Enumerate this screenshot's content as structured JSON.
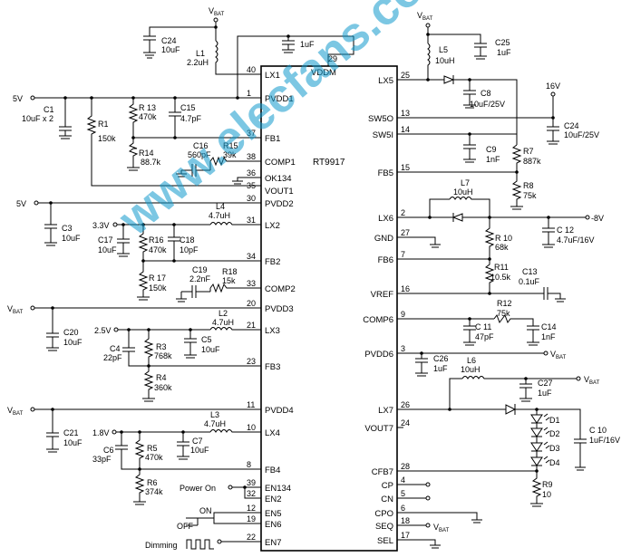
{
  "chip": {
    "name": "RT9917",
    "vddm_label": "VDDM",
    "vddm_pin": "29"
  },
  "left_pins": [
    {
      "label": "LX1",
      "num": "40"
    },
    {
      "label": "PVDD1",
      "num": "1"
    },
    {
      "label": "FB1",
      "num": "37"
    },
    {
      "label": "COMP1",
      "num": "38"
    },
    {
      "label": "OK134",
      "num": "36"
    },
    {
      "label": "VOUT1",
      "num": "35"
    },
    {
      "label": "PVDD2",
      "num": "30"
    },
    {
      "label": "LX2",
      "num": "31"
    },
    {
      "label": "FB2",
      "num": "34"
    },
    {
      "label": "COMP2",
      "num": "33"
    },
    {
      "label": "PVDD3",
      "num": "20"
    },
    {
      "label": "LX3",
      "num": "21"
    },
    {
      "label": "FB3",
      "num": "23"
    },
    {
      "label": "PVDD4",
      "num": "11"
    },
    {
      "label": "LX4",
      "num": "10"
    },
    {
      "label": "FB4",
      "num": "8"
    },
    {
      "label": "EN134",
      "num": "39"
    },
    {
      "label": "EN2",
      "num": "32"
    },
    {
      "label": "EN5",
      "num": "12"
    },
    {
      "label": "EN6",
      "num": "19"
    },
    {
      "label": "EN7",
      "num": "22"
    }
  ],
  "right_pins": [
    {
      "label": "LX5",
      "num": "25"
    },
    {
      "label": "SW5O",
      "num": "13"
    },
    {
      "label": "SW5I",
      "num": "14"
    },
    {
      "label": "FB5",
      "num": "15"
    },
    {
      "label": "LX6",
      "num": "2"
    },
    {
      "label": "GND",
      "num": "27"
    },
    {
      "label": "FB6",
      "num": "7"
    },
    {
      "label": "VREF",
      "num": "16"
    },
    {
      "label": "COMP6",
      "num": "9"
    },
    {
      "label": "PVDD6",
      "num": "3"
    },
    {
      "label": "LX7",
      "num": "26"
    },
    {
      "label": "VOUT7",
      "num": "24"
    },
    {
      "label": "CFB7",
      "num": "28"
    },
    {
      "label": "CP",
      "num": "4"
    },
    {
      "label": "CN",
      "num": "5"
    },
    {
      "label": "CPO",
      "num": "6"
    },
    {
      "label": "SEQ",
      "num": "18"
    },
    {
      "label": "SEL",
      "num": "17"
    }
  ],
  "components": {
    "c24_top": "C24",
    "c24_top_val": "10uF",
    "l1": "L1",
    "l1_val": "2.2uH",
    "c_vddm": "1uF",
    "c1": "C1",
    "c1_val": "10uF x 2",
    "r1": "R1",
    "r1_val": "150k",
    "r13": "R 13",
    "r13_val": "470k",
    "c15": "C15",
    "c15_val": "4.7pF",
    "r14": "R14",
    "r14_val": "88.7k",
    "c16": "C16",
    "c16_val": "560pF",
    "r15": "R15",
    "r15_val": "39k",
    "c3": "C3",
    "c3_val": "10uF",
    "l4": "L4",
    "l4_val": "4.7uH",
    "c17": "C17",
    "c17_val": "10uF",
    "r16": "R16",
    "r16_val": "470k",
    "c18": "C18",
    "c18_val": "10pF",
    "r17": "R 17",
    "r17_val": "150k",
    "c19": "C19",
    "c19_val": "2.2nF",
    "r18": "R18",
    "r18_val": "15k",
    "c20": "C20",
    "c20_val": "10uF",
    "l2": "L2",
    "l2_val": "4.7uH",
    "c4": "C4",
    "c4_val": "22pF",
    "r3": "R3",
    "r3_val": "768k",
    "c5": "C5",
    "c5_val": "10uF",
    "r4": "R4",
    "r4_val": "360k",
    "c21": "C21",
    "c21_val": "10uF",
    "l3": "L3",
    "l3_val": "4.7uH",
    "c6": "C6",
    "c6_val": "33pF",
    "r5": "R5",
    "r5_val": "470k",
    "c7": "C7",
    "c7_val": "10uF",
    "r6": "R6",
    "r6_val": "374k",
    "l5": "L5",
    "l5_val": "10uH",
    "c25": "C25",
    "c25_val": "1uF",
    "c8": "C8",
    "c8_val": "10uF/25V",
    "c24_r": "C24",
    "c24_r_val": "10uF/25V",
    "c9": "C9",
    "c9_val": "1nF",
    "r7": "R7",
    "r7_val": "887k",
    "r8": "R8",
    "r8_val": "75k",
    "l7": "L7",
    "l7_val": "10uH",
    "c12": "C 12",
    "c12_val": "4.7uF/16V",
    "r10": "R 10",
    "r10_val": "68k",
    "r11": "R11",
    "r11_val": "10.5k",
    "c13": "C13",
    "c13_val": "0.1uF",
    "r12": "R12",
    "r12_val": "75k",
    "c11": "C 11",
    "c11_val": "47pF",
    "c14": "C14",
    "c14_val": "1nF",
    "c26": "C26",
    "c26_val": "1uF",
    "l6": "L6",
    "l6_val": "10uH",
    "c27": "C27",
    "c27_val": "1uF",
    "c10": "C 10",
    "c10_val": "1uF/16V",
    "d1": "D1",
    "d2": "D2",
    "d3": "D3",
    "d4": "D4",
    "r9": "R9",
    "r9_val": "10"
  },
  "supplies": {
    "vbat": "V",
    "vbat_sub": "BAT",
    "v5": "5V",
    "v5b": "5V",
    "v33": "3.3V",
    "v25": "2.5V",
    "v18": "1.8V",
    "v16": "16V",
    "vneg8": "-8V"
  },
  "controls": {
    "power_on": "Power On",
    "on": "ON",
    "off": "OFF",
    "dimming": "Dimming"
  },
  "watermark": "www.elecfans.com"
}
